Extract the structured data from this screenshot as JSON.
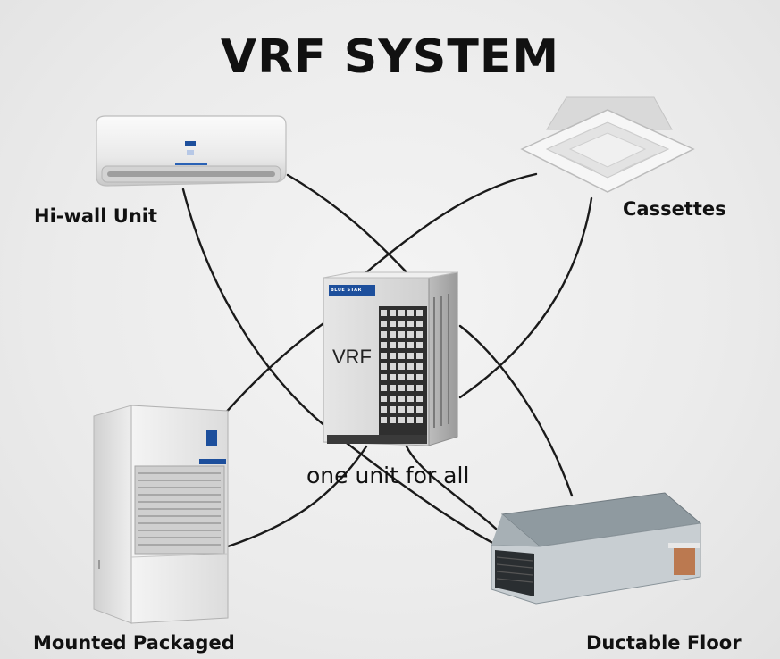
{
  "diagram": {
    "title": "VRF SYSTEM",
    "center": {
      "caption": "one unit for all",
      "unit_text": "VRF",
      "badge_text": "BLUE STAR"
    },
    "nodes": [
      {
        "id": "hiwall",
        "label": "Hi-wall Unit"
      },
      {
        "id": "cassette",
        "label": "Cassettes"
      },
      {
        "id": "packaged",
        "label": "Mounted Packaged"
      },
      {
        "id": "ductable",
        "label": "Ductable Floor"
      }
    ],
    "connections": [
      [
        "hiwall",
        "center"
      ],
      [
        "hiwall",
        "ductable"
      ],
      [
        "cassette",
        "center"
      ],
      [
        "cassette",
        "packaged"
      ],
      [
        "packaged",
        "center"
      ],
      [
        "packaged",
        "cassette"
      ],
      [
        "ductable",
        "center"
      ],
      [
        "ductable",
        "hiwall"
      ]
    ],
    "colors": {
      "line": "#1a1a1a",
      "badge": "#1d4f9c",
      "text": "#111111"
    }
  }
}
